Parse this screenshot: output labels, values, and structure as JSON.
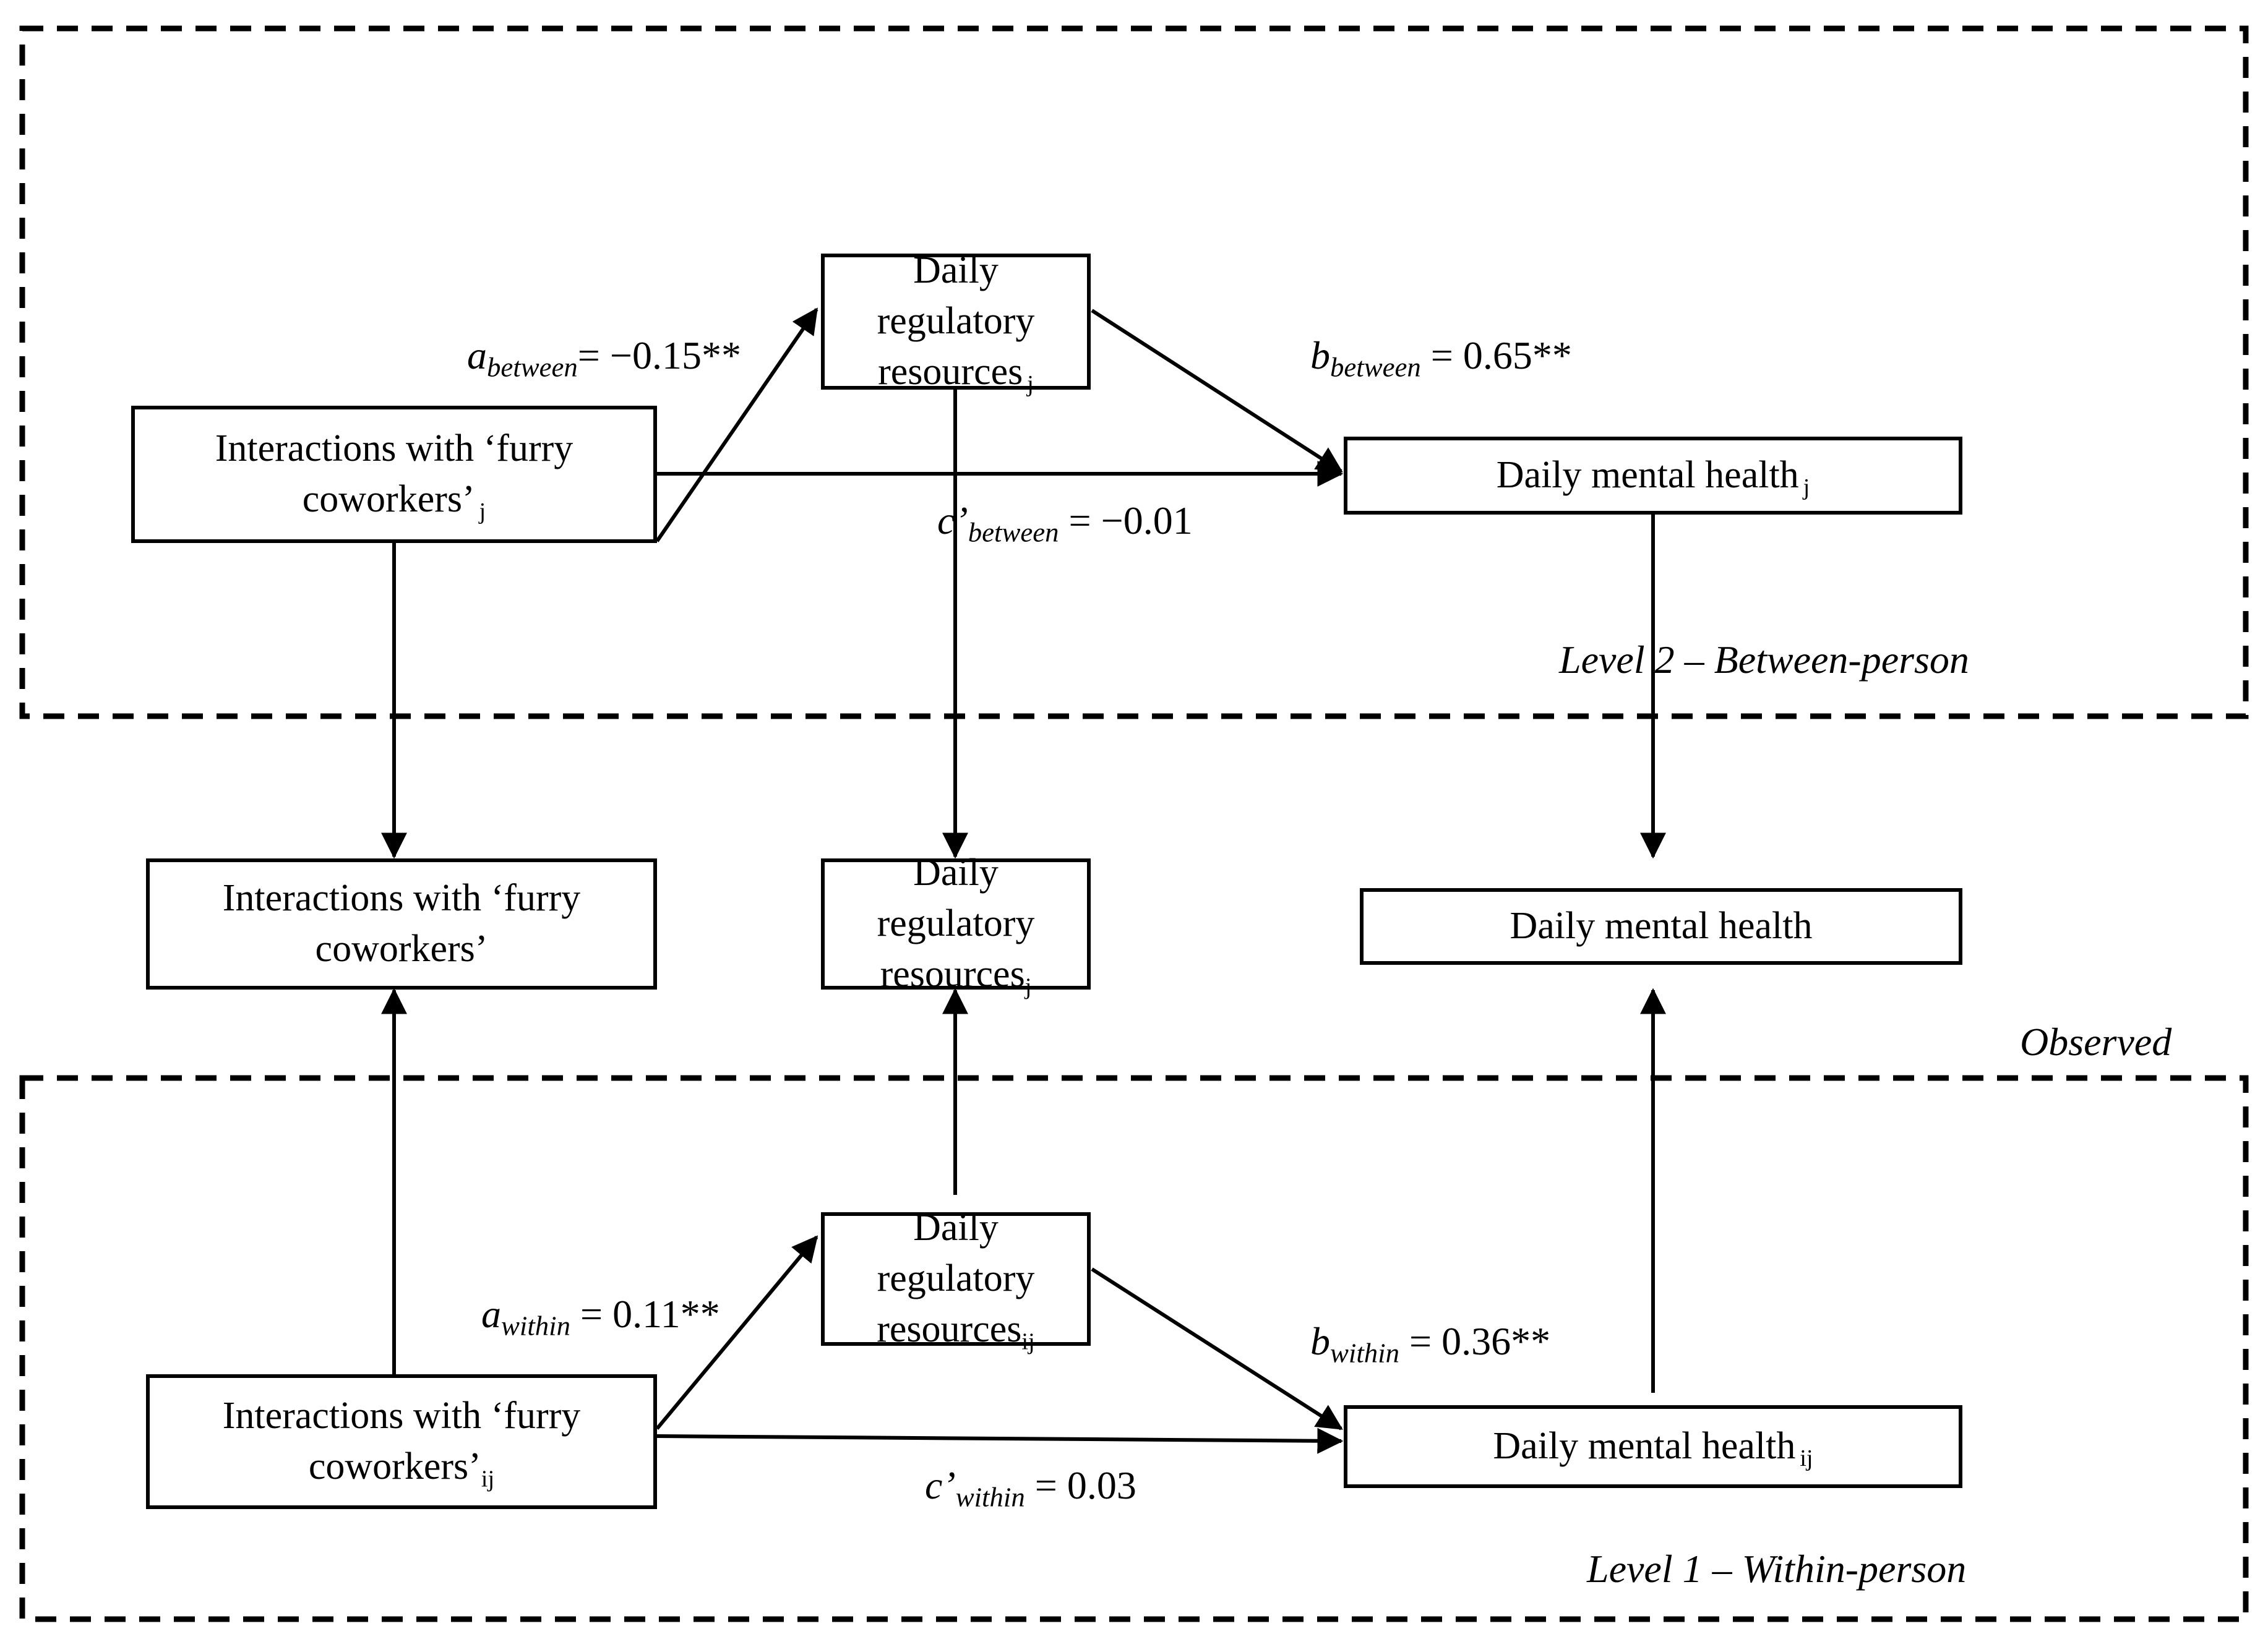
{
  "figure": {
    "type": "multilevel-mediation-path-diagram",
    "title": "",
    "observed_label": "Observed",
    "panels": [
      {
        "id": "level2",
        "label": "Level 2 – Between-person"
      },
      {
        "id": "level1",
        "label": "Level 1 – Within-person"
      }
    ]
  },
  "nodes": {
    "l2_x": {
      "line1": "Interactions with ‘furry",
      "line2": "coworkers’",
      "subscript": "j"
    },
    "l2_m": {
      "line1": "Daily regulatory",
      "line2": "resources",
      "subscript": "j"
    },
    "l2_y": {
      "line1": "Daily mental health",
      "line2": "",
      "subscript": "j"
    },
    "obs_x": {
      "line1": "Interactions with ‘furry",
      "line2": "coworkers’",
      "subscript": ""
    },
    "obs_m": {
      "line1": "Daily regulatory",
      "line2": "resources",
      "subscript": "j"
    },
    "obs_y": {
      "line1": "Daily mental health",
      "line2": "",
      "subscript": ""
    },
    "l1_x": {
      "line1": "Interactions with ‘furry",
      "line2": "coworkers’",
      "subscript": "ij"
    },
    "l1_m": {
      "line1": "Daily regulatory",
      "line2": "resources",
      "subscript": "ij"
    },
    "l1_y": {
      "line1": "Daily mental health",
      "line2": "",
      "subscript": "ij"
    }
  },
  "paths": {
    "a_between": {
      "symbol": "a",
      "sub": "between",
      "eq": "= −0.15**",
      "coefficient": -0.15,
      "significance": "**"
    },
    "b_between": {
      "symbol": "b",
      "sub": "between",
      "eq": "= 0.65**",
      "coefficient": 0.65,
      "significance": "**"
    },
    "c_between": {
      "symbol": "c’",
      "sub": "between",
      "eq": "= −0.01",
      "coefficient": -0.01,
      "significance": ""
    },
    "a_within": {
      "symbol": "a",
      "sub": "within",
      "eq": "= 0.11**",
      "coefficient": 0.11,
      "significance": "**"
    },
    "b_within": {
      "symbol": "b",
      "sub": "within",
      "eq": "= 0.36**",
      "coefficient": 0.36,
      "significance": "**"
    },
    "c_within": {
      "symbol": "c’",
      "sub": "within",
      "eq": "= 0.03",
      "coefficient": 0.03,
      "significance": ""
    }
  },
  "colors": {
    "ink": "#000000",
    "page": "#ffffff"
  }
}
